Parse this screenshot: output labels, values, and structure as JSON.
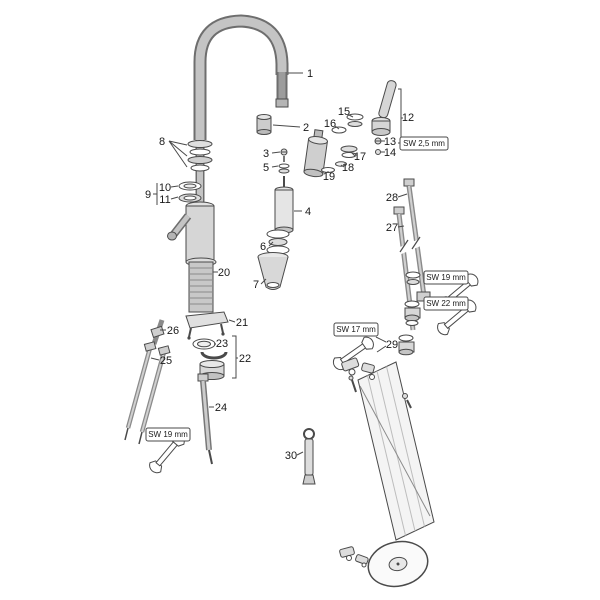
{
  "diagram": {
    "parts": {
      "p1": "1",
      "p2": "2",
      "p3": "3",
      "p4": "4",
      "p5": "5",
      "p6": "6",
      "p7": "7",
      "p8": "8",
      "p9": "9",
      "p10": "10",
      "p11": "11",
      "p12": "12",
      "p13": "13",
      "p14": "14",
      "p15": "15",
      "p16": "16",
      "p17": "17",
      "p18": "18",
      "p19": "19",
      "p20": "20",
      "p21": "21",
      "p22": "22",
      "p23": "23",
      "p24": "24",
      "p25": "25",
      "p26": "26",
      "p27": "27",
      "p28": "28",
      "p29": "29",
      "p30": "30"
    },
    "wrench_labels": {
      "sw25": "SW 2,5 mm",
      "sw19_right": "SW 19 mm",
      "sw22_right": "SW 22 mm",
      "sw17": "SW 17 mm",
      "sw19_left": "SW 19 mm"
    },
    "colors": {
      "line": "#4a4a4a",
      "metal_light": "#d6d6d6",
      "metal_mid": "#b5b5b5",
      "hose_dark": "#6e6e6e"
    }
  }
}
